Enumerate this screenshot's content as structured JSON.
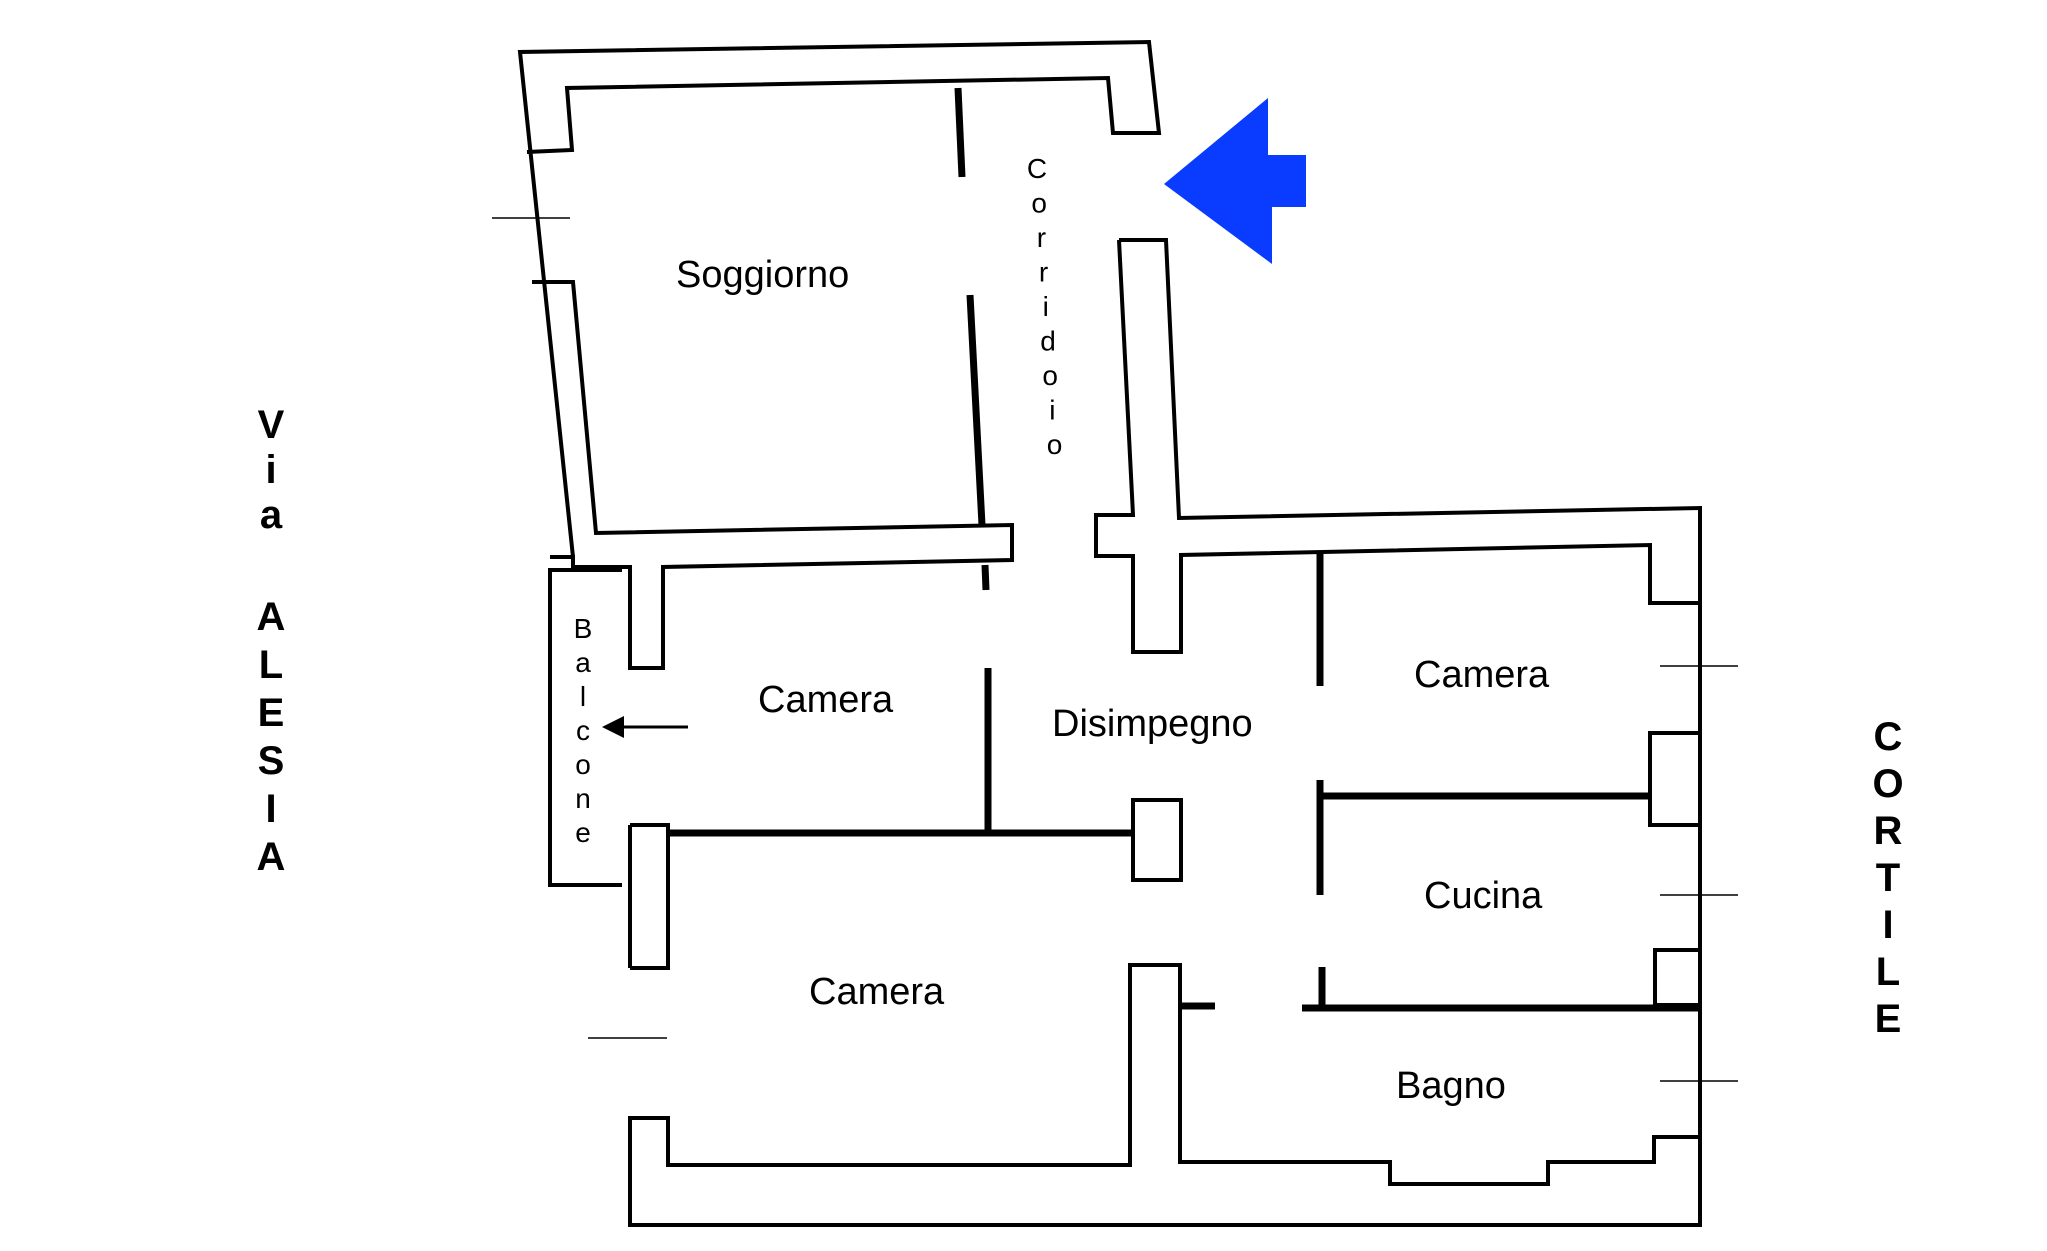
{
  "streets": {
    "left": {
      "line1": "Via",
      "line2": "ALESIA"
    },
    "right": "CORTILE"
  },
  "rooms": {
    "soggiorno": "Soggiorno",
    "corridoio": "Corridoio",
    "balcone": "Balcone",
    "camera_1": "Camera",
    "disimpegno": "Disimpegno",
    "camera_2": "Camera",
    "cucina": "Cucina",
    "camera_3": "Camera",
    "bagno": "Bagno"
  },
  "colors": {
    "entrance_arrow": "#0a3cff",
    "walls": "#000000",
    "background": "#ffffff"
  },
  "icons": {
    "entrance": "entrance-arrow-icon",
    "balcony_access": "balcony-arrow-icon"
  }
}
